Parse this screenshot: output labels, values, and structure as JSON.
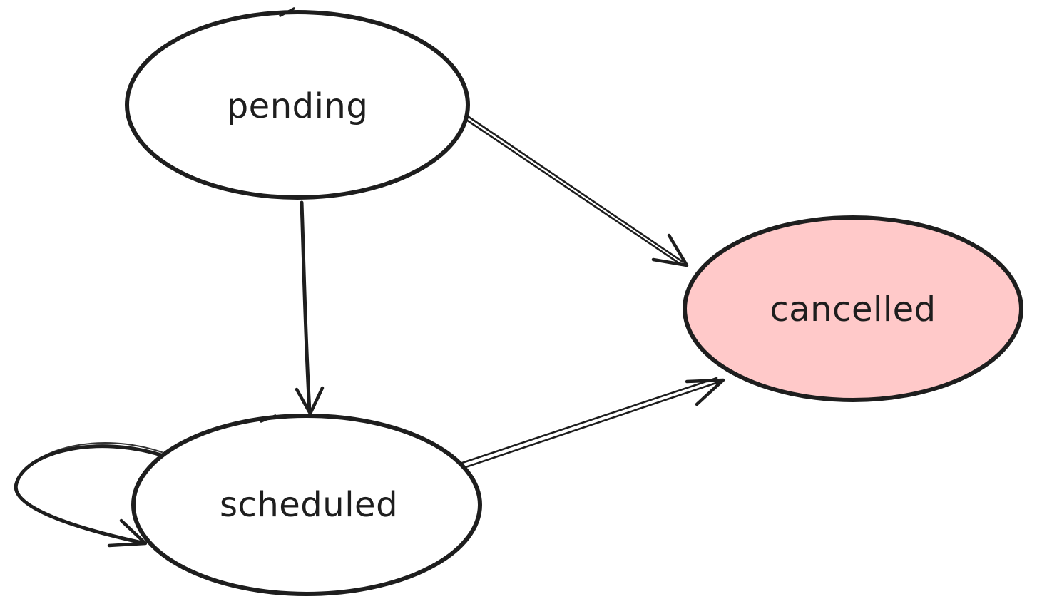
{
  "diagram": {
    "type": "state-diagram",
    "background_color": "#ffffff",
    "stroke_color": "#1e1e1e",
    "nodes": [
      {
        "id": "pending",
        "label": "pending",
        "shape": "ellipse",
        "fill": "#ffffff",
        "text_color": "#1e1e1e"
      },
      {
        "id": "cancelled",
        "label": "cancelled",
        "shape": "ellipse",
        "fill": "#ffc9c9",
        "text_color": "#1e1e1e"
      },
      {
        "id": "scheduled",
        "label": "scheduled",
        "shape": "ellipse",
        "fill": "#ffffff",
        "text_color": "#1e1e1e"
      }
    ],
    "edges": [
      {
        "from": "pending",
        "to": "cancelled",
        "kind": "arrow"
      },
      {
        "from": "pending",
        "to": "scheduled",
        "kind": "arrow"
      },
      {
        "from": "scheduled",
        "to": "cancelled",
        "kind": "arrow"
      },
      {
        "from": "scheduled",
        "to": "scheduled",
        "kind": "self-loop-arrow"
      }
    ]
  }
}
